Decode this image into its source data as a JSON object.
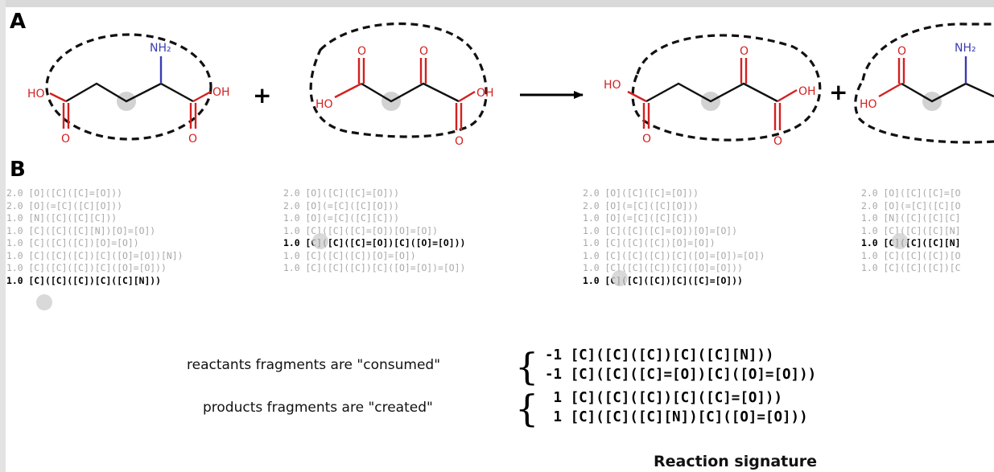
{
  "panel_a_label": "A",
  "panel_b_label": "B",
  "atoms": {
    "ho": "HO",
    "oh": "OH",
    "o": "O",
    "nh2": "NH₂"
  },
  "operators": {
    "plus": "+"
  },
  "fragment_lists": [
    {
      "lines": [
        "2.0 [O]([C]([C]=[O]))",
        "2.0 [O](=[C]([C][O]))",
        "1.0 [N]([C]([C][C]))",
        "1.0 [C]([C]([C][N])[O]=[O])",
        "1.0 [C]([C]([C])[O]=[O])",
        "1.0 [C]([C]([C])[C]([O]=[O])[N])",
        "1.0 [C]([C]([C])[C]([O]=[O]))",
        "1.0 [C]([C]([C])[C]([C][N]))"
      ],
      "highlight_index": 7
    },
    {
      "lines": [
        "2.0 [O]([C]([C]=[O]))",
        "2.0 [O](=[C]([C][O]))",
        "1.0 [O](=[C]([C][C]))",
        "1.0 [C]([C]([C]=[O])[O]=[O])",
        "1.0 [C]([C]([C]=[O])[C]([O]=[O]))",
        "1.0 [C]([C]([C])[O]=[O])",
        "1.0 [C]([C]([C])[C]([O]=[O])=[O])"
      ],
      "highlight_index": 4
    },
    {
      "lines": [
        "2.0 [O]([C]([C]=[O]))",
        "2.0 [O](=[C]([C][O]))",
        "1.0 [O](=[C]([C][C]))",
        "1.0 [C]([C]([C]=[O])[O]=[O])",
        "1.0 [C]([C]([C])[O]=[O])",
        "1.0 [C]([C]([C])[C]([O]=[O])=[O])",
        "1.0 [C]([C]([C])[C]([O]=[O]))",
        "1.0 [C]([C]([C])[C]([C]=[O]))"
      ],
      "highlight_index": 7
    },
    {
      "lines": [
        "2.0 [O]([C]([C]=[O",
        "2.0 [O](=[C]([C][O",
        "1.0 [N]([C]([C][C]",
        "1.0 [C]([C]([C][N]",
        "1.0 [C]([C]([C][N]",
        "1.0 [C]([C]([C])[O",
        "1.0 [C]([C]([C])[C"
      ],
      "highlight_index": 4
    }
  ],
  "signature": {
    "reactants_caption": "reactants fragments are \"consumed\"",
    "products_caption": "products fragments are \"created\"",
    "brace": "{",
    "lines": [
      "-1 [C]([C]([C])[C]([C][N]))",
      "-1 [C]([C]([C]=[O])[C]([O]=[O]))",
      " 1 [C]([C]([C])[C]([C]=[O]))",
      " 1 [C]([C]([C][N])[C]([O]=[O]))"
    ],
    "title": "Reaction signature"
  }
}
